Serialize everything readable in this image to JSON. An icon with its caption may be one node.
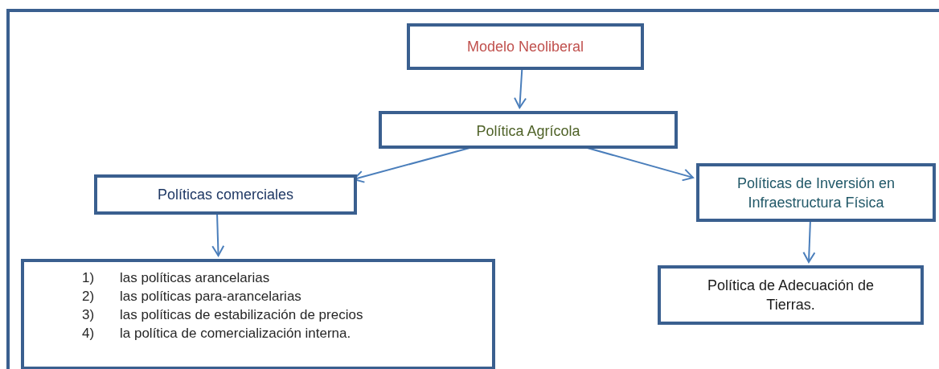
{
  "diagram": {
    "nodes": [
      {
        "text": [],
        "shape": "box"
      },
      {
        "text": [
          "Modelo Neoliberal"
        ],
        "in": 0
      },
      {
        "text": [
          "Política Agrícola"
        ],
        "in": 0
      },
      {
        "text": [
          "Políticas comerciales"
        ],
        "in": 0
      },
      {
        "text": [
          "Políticas de Inversión en Infraestructura Física"
        ],
        "in": 0
      },
      {
        "text": [
          "1)",
          "las políticas arancelarias",
          "2)",
          "las políticas para-arancelarias",
          "3)",
          "las políticas de estabilización de precios",
          "4)",
          "la política de comercialización interna."
        ],
        "in": 0
      },
      {
        "text": [
          "Política de Adecuación de Tierras."
        ],
        "in": 0
      }
    ],
    "edges": [
      {
        "from": 1,
        "to": 2,
        "arrow": "to"
      },
      {
        "from": 2,
        "to": 3,
        "arrow": "to"
      },
      {
        "from": 2,
        "to": 4,
        "arrow": "to"
      },
      {
        "from": 3,
        "to": 5,
        "arrow": "to"
      },
      {
        "from": 4,
        "to": 6,
        "arrow": "to"
      }
    ]
  }
}
